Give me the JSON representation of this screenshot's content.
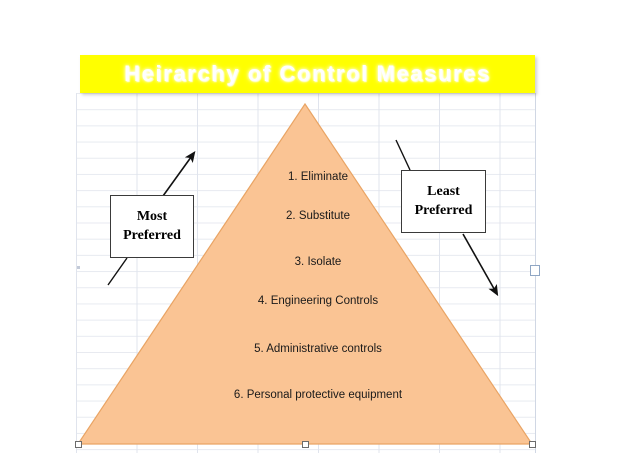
{
  "banner": {
    "title": "Heirarchy of Control Measures",
    "background_color": "#ffff00",
    "text_color": "#ffffff"
  },
  "pyramid": {
    "fill_color": "#fac494",
    "stroke_color": "#e8a063",
    "items": [
      "1. Eliminate",
      "2. Substitute",
      "3. Isolate",
      "4. Engineering Controls",
      "5. Administrative controls",
      "6. Personal protective equipment"
    ]
  },
  "callouts": {
    "most": {
      "line1": "Most",
      "line2": "Preferred"
    },
    "least": {
      "line1": "Least",
      "line2": "Preferred"
    }
  },
  "arrows": {
    "most_preferred_arrow": "arrow-up-right",
    "least_preferred_arrow": "arrow-down-right",
    "color": "#1a1a1a"
  },
  "background": {
    "type": "spreadsheet-grid",
    "grid_line_color": "#d6dce8",
    "canvas_color": "#ffffff"
  }
}
